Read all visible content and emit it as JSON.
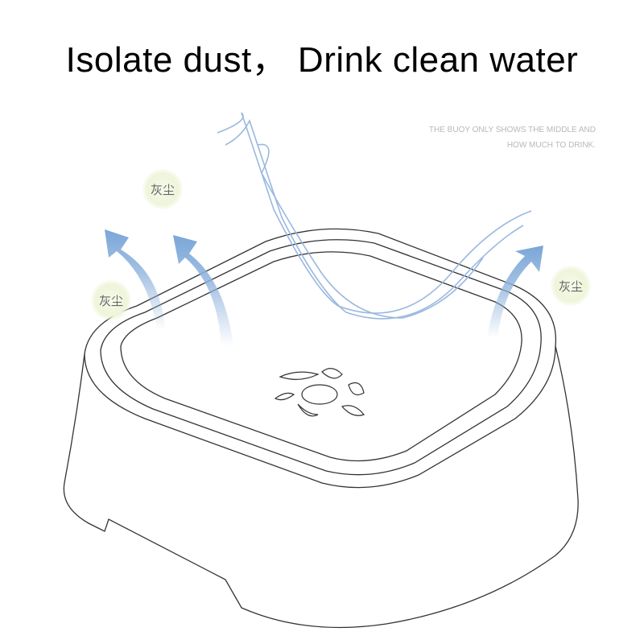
{
  "headline": "Isolate dust， Drink clean water",
  "note": {
    "line1": "THE BUOY ONLY SHOWS THE MIDDLE AND",
    "line2": "HOW MUCH TO DRINK."
  },
  "badges": [
    {
      "label": "灰尘"
    },
    {
      "label": "灰尘"
    },
    {
      "label": "灰尘"
    }
  ],
  "illustration": {
    "subject": "floating-buoy-pet-water-bowl",
    "arrow_color": "#8fb3dc",
    "wind_color": "#9ab8e0",
    "outline_color": "#333333"
  }
}
